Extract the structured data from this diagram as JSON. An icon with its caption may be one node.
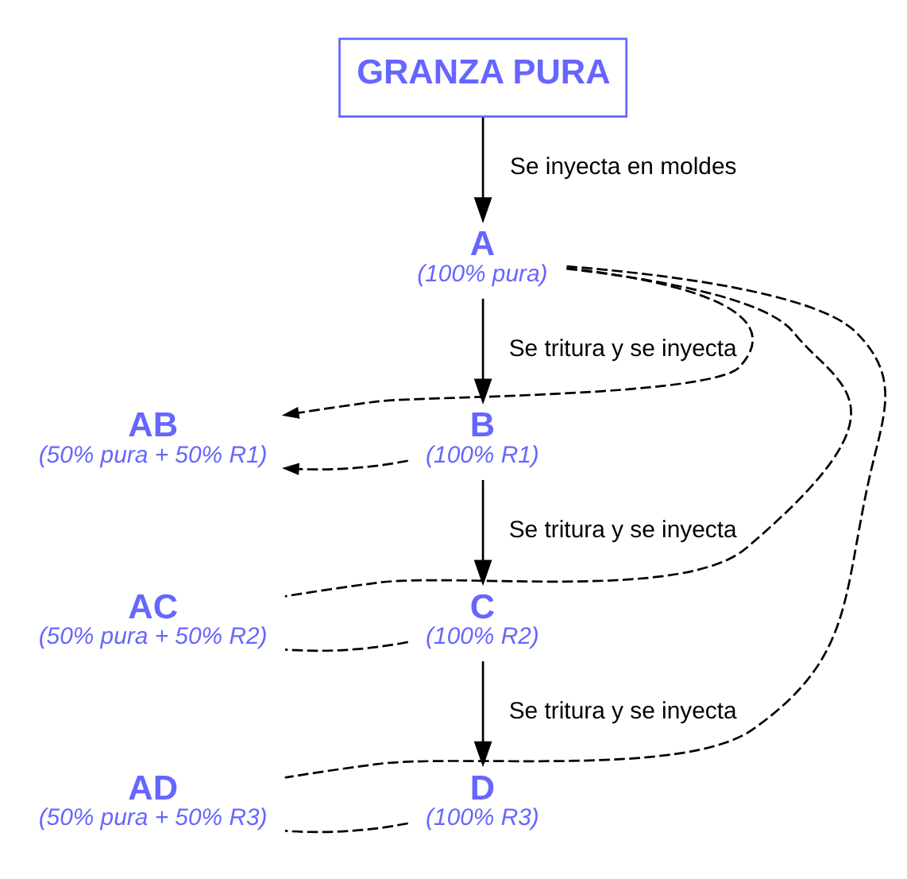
{
  "diagram": {
    "nodes": [
      {
        "text": [
          "GRANZA PURA"
        ]
      },
      {
        "text": [
          "A",
          "(100% pura)"
        ]
      },
      {
        "text": [
          "B",
          "(100% R1)"
        ]
      },
      {
        "text": [
          "C",
          "(100% R2)"
        ]
      },
      {
        "text": [
          "D",
          "(100% R3)"
        ]
      },
      {
        "text": [
          "AB",
          "(50% pura + 50% R1)"
        ]
      },
      {
        "text": [
          "AC",
          "(50% pura + 50% R2)"
        ]
      },
      {
        "text": [
          "AD",
          "(50% pura + 50% R3)"
        ]
      }
    ],
    "edges": [
      {
        "from": 0,
        "to": 1,
        "arrow": "to",
        "label": "Se inyecta en moldes"
      },
      {
        "from": 1,
        "to": 2,
        "arrow": "to",
        "label": "Se tritura y se inyecta"
      },
      {
        "from": 2,
        "to": 3,
        "arrow": "to",
        "label": "Se tritura y se inyecta"
      },
      {
        "from": 3,
        "to": 4,
        "arrow": "to",
        "label": "Se tritura y se inyecta"
      },
      {
        "from": 1,
        "to": 5,
        "arrow": "to",
        "style": "dashed"
      },
      {
        "from": 2,
        "to": 5,
        "arrow": "to",
        "style": "dashed"
      },
      {
        "from": 1,
        "to": 6,
        "arrow": "none",
        "style": "dashed"
      },
      {
        "from": 3,
        "to": 6,
        "arrow": "none",
        "style": "dashed"
      },
      {
        "from": 1,
        "to": 7,
        "arrow": "none",
        "style": "dashed"
      },
      {
        "from": 4,
        "to": 7,
        "arrow": "none",
        "style": "dashed"
      }
    ]
  }
}
